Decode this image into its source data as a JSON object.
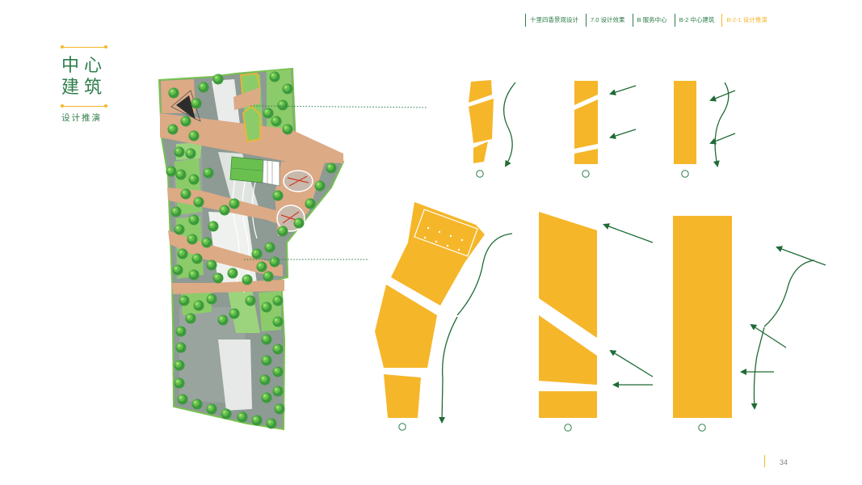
{
  "breadcrumb": [
    {
      "label": "十里四香景观设计",
      "active": false
    },
    {
      "label": "7.0 设计效果",
      "active": false
    },
    {
      "label": "B 服务中心",
      "active": false
    },
    {
      "label": "B-2 中心建筑",
      "active": false
    },
    {
      "label": "B-2-1 设计推演",
      "active": true
    }
  ],
  "title": "中心建筑",
  "subtitle": "设计推演",
  "page_number": "34",
  "colors": {
    "accent_green": "#2e7d4a",
    "accent_yellow": "#f5b62a",
    "plaza": "#dcaa85",
    "lawn": "#8ccb6a",
    "paving": "#8e9a94"
  },
  "icons": [
    "arrow-icon",
    "circle-marker-icon",
    "tree-icon"
  ]
}
